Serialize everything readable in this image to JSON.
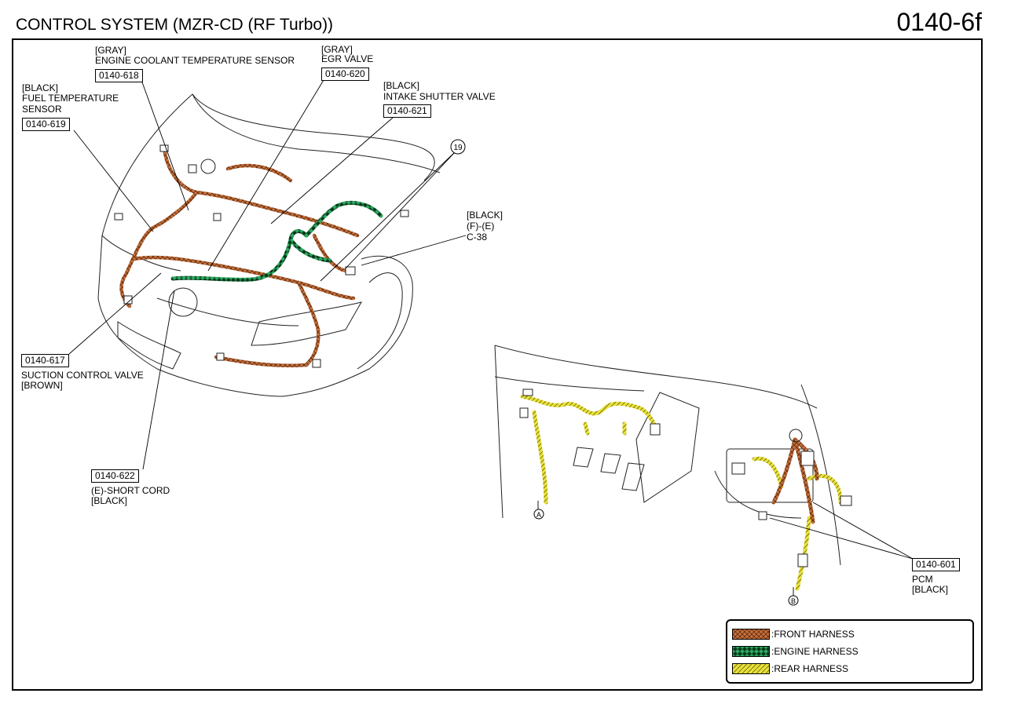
{
  "header": {
    "title": "CONTROL SYSTEM (MZR-CD (RF Turbo))",
    "code": "0140-6f"
  },
  "callouts": {
    "ect": {
      "color": "[GRAY]",
      "name": "ENGINE COOLANT TEMPERATURE SENSOR",
      "ref": "0140-618"
    },
    "egr": {
      "color": "[GRAY]",
      "name": "EGR VALVE",
      "ref": "0140-620"
    },
    "fts": {
      "color": "[BLACK]",
      "name1": "FUEL TEMPERATURE",
      "name2": "SENSOR",
      "ref": "0140-619"
    },
    "isv": {
      "color": "[BLACK]",
      "name": "INTAKE SHUTTER VALVE",
      "ref": "0140-621"
    },
    "ground": {
      "num": "19"
    },
    "c38": {
      "color": "[BLACK]",
      "line2": "(F)-(E)",
      "line3": "C-38"
    },
    "scv": {
      "ref": "0140-617",
      "name": "SUCTION CONTROL VALVE",
      "color": "[BROWN]"
    },
    "short": {
      "ref": "0140-622",
      "name": "(E)-SHORT CORD",
      "color": "[BLACK]"
    },
    "pcm": {
      "ref": "0140-601",
      "name": "PCM",
      "color": "[BLACK]"
    },
    "conn_a": "A",
    "conn_b": "B"
  },
  "legend": [
    {
      "label": ":FRONT HARNESS",
      "color": "#c8703a"
    },
    {
      "label": ":ENGINE HARNESS",
      "color": "#2aa860"
    },
    {
      "label": ":REAR HARNESS",
      "color": "#e8e23a"
    }
  ]
}
